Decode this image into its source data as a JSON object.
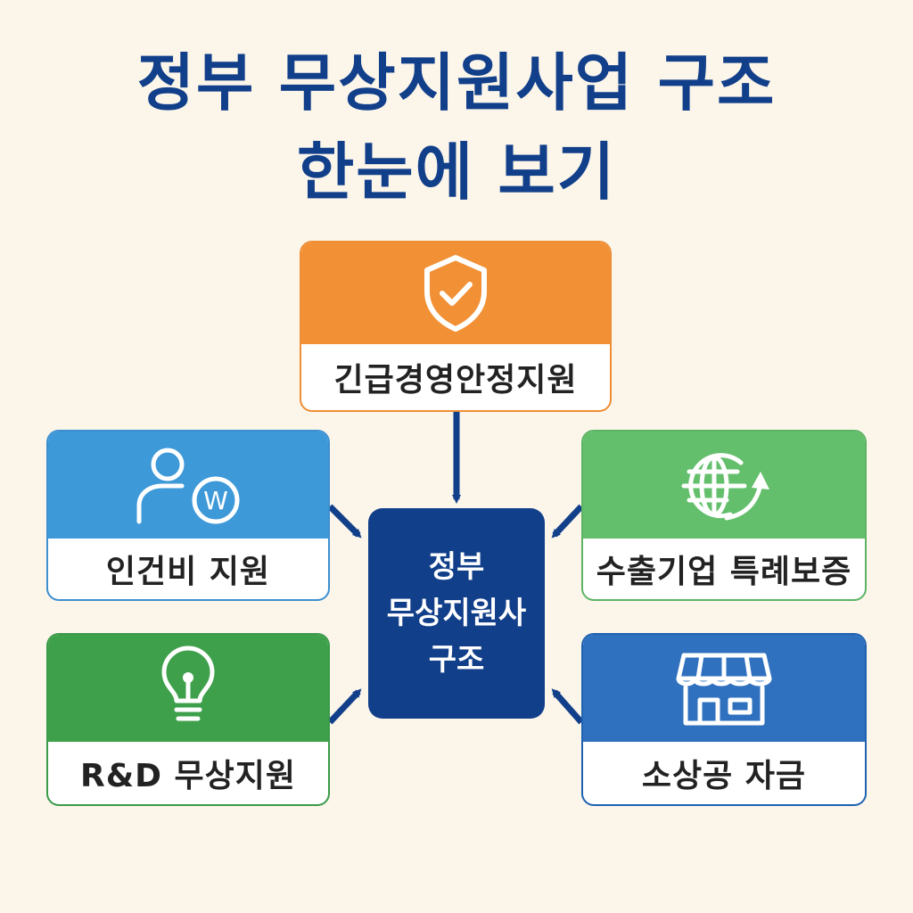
{
  "title": {
    "line1": "정부 무상지원사업 구조",
    "line2": "한눈에 보기"
  },
  "center": {
    "line1": "정부",
    "line2": "무상지원사",
    "line3": "구조"
  },
  "cards": {
    "emergency": {
      "label": "긴급경영안정지원",
      "icon": "shield-check-icon",
      "color": "#f29035"
    },
    "labor": {
      "label": "인건비 지원",
      "icon": "person-won-icon",
      "color": "#3e99d8"
    },
    "export": {
      "label": "수출기업 특례보증",
      "icon": "globe-arrow-icon",
      "color": "#63bf6c"
    },
    "rnd": {
      "label": "R&D 무상지원",
      "icon": "lightbulb-icon",
      "color": "#3fa04c"
    },
    "smallbiz": {
      "label": "소상공 자금",
      "icon": "storefront-icon",
      "color": "#2f71bf"
    }
  },
  "icon_text": {
    "won_symbol": "W"
  }
}
